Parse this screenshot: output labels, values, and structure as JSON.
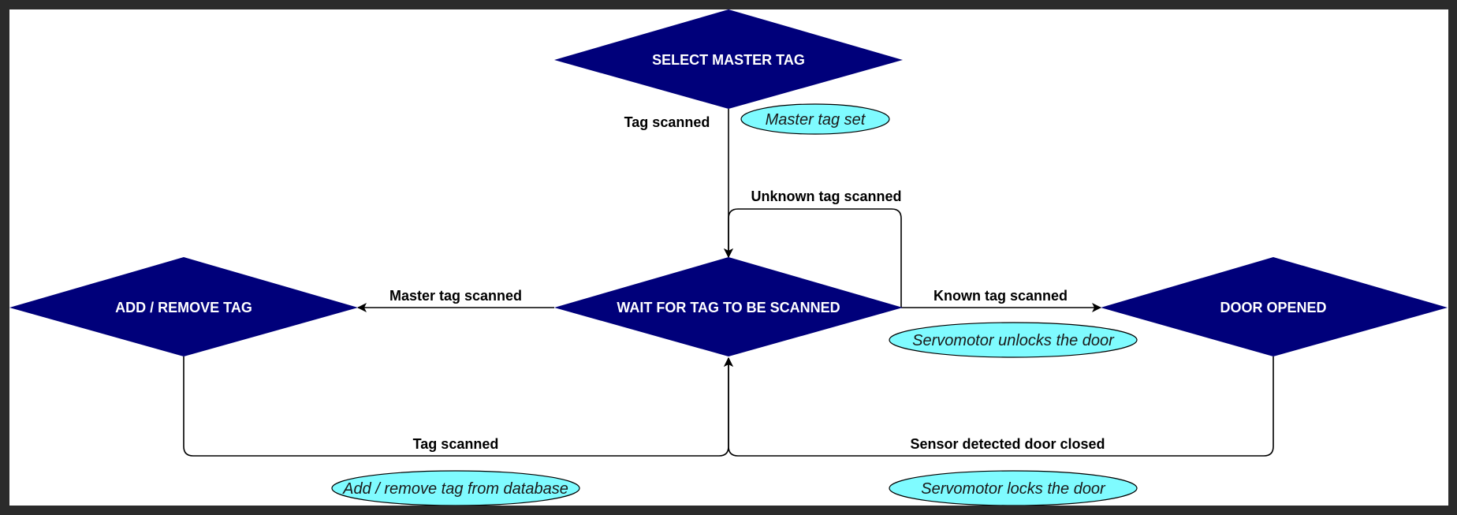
{
  "colors": {
    "state_fill": "#00007a",
    "state_text": "#ffffff",
    "action_fill": "#7ffbff",
    "edge": "#000000",
    "frame": "#2b2b2b",
    "canvas": "#ffffff"
  },
  "states": {
    "select_master": "SELECT MASTER TAG",
    "wait": "WAIT FOR TAG TO BE SCANNED",
    "add_remove": "ADD / REMOVE TAG",
    "door_opened": "DOOR OPENED"
  },
  "transitions": {
    "tag_scanned_top": "Tag scanned",
    "unknown_tag": "Unknown tag scanned",
    "master_tag": "Master tag scanned",
    "known_tag": "Known tag scanned",
    "tag_scanned_bottom": "Tag scanned",
    "door_closed": "Sensor detected door closed"
  },
  "actions": {
    "master_tag_set": "Master tag set",
    "unlock": "Servomotor unlocks the door",
    "add_remove_db": "Add / remove tag from database",
    "lock": "Servomotor locks the door"
  }
}
